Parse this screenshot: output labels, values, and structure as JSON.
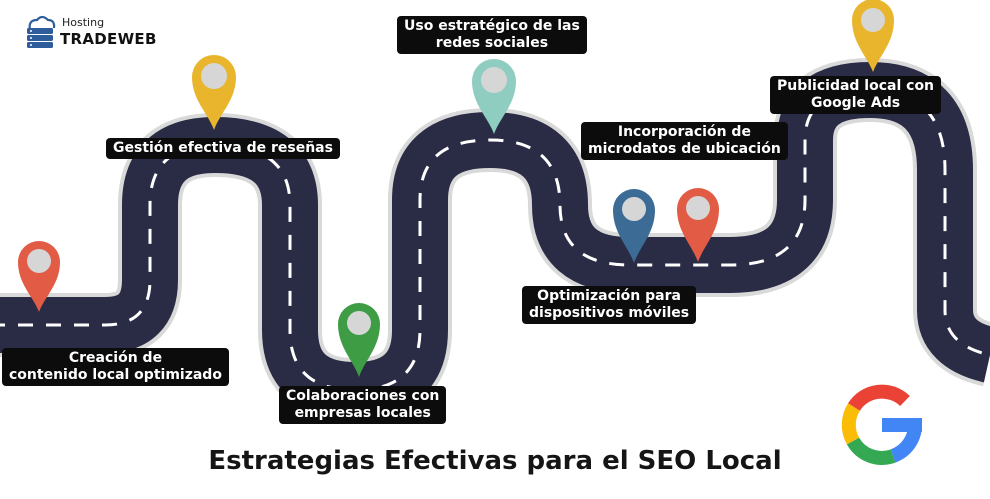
{
  "brand": {
    "top": "Hosting",
    "name": "TRADEWEB"
  },
  "title": "Estrategias Efectivas para el SEO Local",
  "labels": {
    "l1": [
      "Creación de",
      "contenido local optimizado"
    ],
    "l2": [
      "Gestión efectiva de reseñas"
    ],
    "l3": [
      "Colaboraciones con",
      "empresas locales"
    ],
    "l4": [
      "Uso estratégico de las",
      "redes sociales"
    ],
    "l5": [
      "Optimización para",
      "dispositivos móviles"
    ],
    "l6": [
      "Incorporación de",
      "microdatos de ubicación"
    ],
    "l7": [
      "Publicidad local con",
      "Google Ads"
    ]
  },
  "colors": {
    "road": "#2a2b45",
    "road_edge": "#d9d9d9",
    "dash": "#ffffff",
    "pin_red": "#e25b45",
    "pin_yellow": "#e8b52c",
    "pin_green": "#3d9c44",
    "pin_teal": "#8ecdc0",
    "pin_blue": "#3c6b95",
    "pin_dot": "#d6d6d6"
  },
  "icons": [
    "cloud-server-icon",
    "google-g-icon",
    "map-pin-icon"
  ]
}
